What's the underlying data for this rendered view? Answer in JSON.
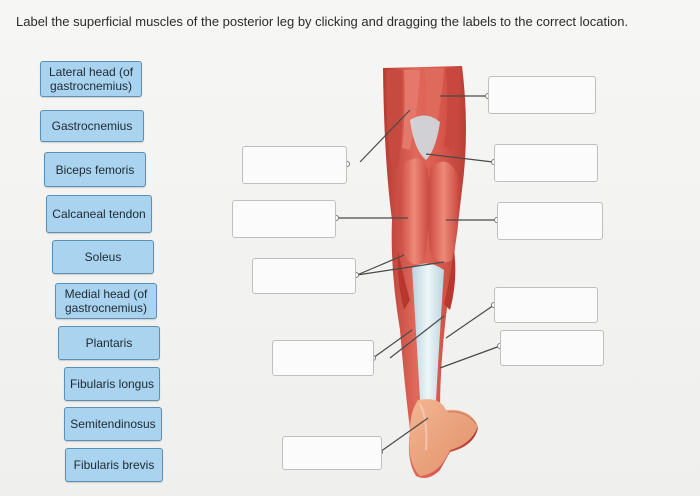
{
  "instruction": "Label the superficial muscles of the posterior leg by clicking and dragging the labels to the correct location.",
  "labels": [
    "Lateral head (of gastrocnemius)",
    "Gastrocnemius",
    "Biceps femoris",
    "Calcaneal tendon",
    "Soleus",
    "Medial head (of gastrocnemius)",
    "Plantaris",
    "Fibularis longus",
    "Semitendinosus",
    "Fibularis brevis"
  ],
  "drop_targets": [
    "",
    "",
    "",
    "",
    "",
    "",
    "",
    "",
    "",
    ""
  ],
  "colors": {
    "label_fill": "#a9d3ee",
    "label_border": "#5b8fb5",
    "muscle": "#d6564a",
    "tendon": "#cfe3ea"
  }
}
